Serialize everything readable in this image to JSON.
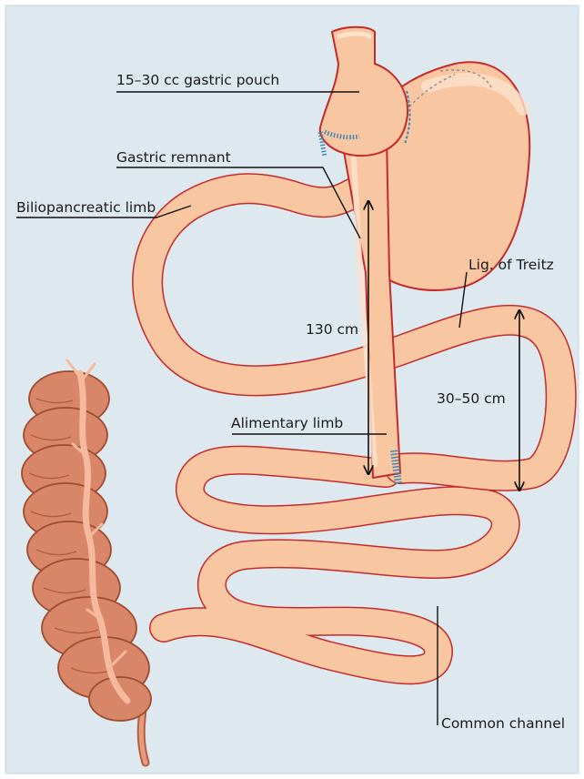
{
  "diagram": {
    "colors": {
      "panel": "#dde8ef",
      "tissue": "#f8c7a2",
      "tissue_highlight": "#fde4cf",
      "tissue_outline": "#c42a2a",
      "staple": "#3f86b3",
      "colon": "#d88364",
      "colon_dark": "#9f4f34",
      "colon_light": "#f3b598"
    },
    "labels": {
      "gastric_pouch": "15–30 cc gastric pouch",
      "gastric_remnant": "Gastric remnant",
      "biliopancreatic_limb": "Biliopancreatic limb",
      "ligament_of_treitz": "Lig. of Treitz",
      "alimentary_limb": "Alimentary limb",
      "common_channel": "Common channel"
    },
    "measurements": {
      "alimentary_length": "130 cm",
      "biliopancreatic_length": "30–50 cm"
    }
  }
}
